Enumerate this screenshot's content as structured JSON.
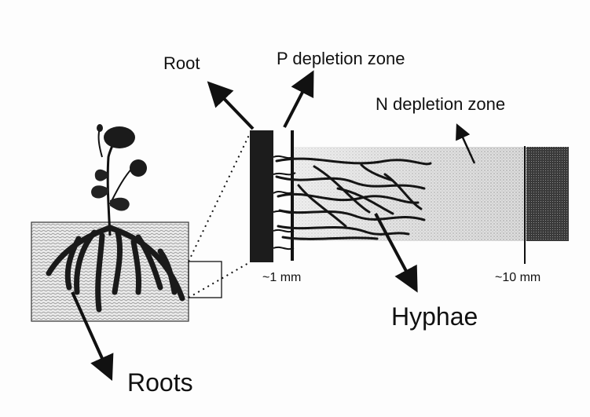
{
  "labels": {
    "root": "Root",
    "p_depletion_zone": "P depletion zone",
    "n_depletion_zone": "N depletion zone",
    "hyphae": "Hyphae",
    "roots": "Roots",
    "scale_1mm": "~1 mm",
    "scale_10mm": "~10 mm"
  },
  "colors": {
    "ink": "#111111",
    "root_bar": "#1c1c1c",
    "soil_light": "#e6e6e6",
    "soil_mid": "#cfcfcf",
    "dark_band": "#2a2a2a"
  }
}
